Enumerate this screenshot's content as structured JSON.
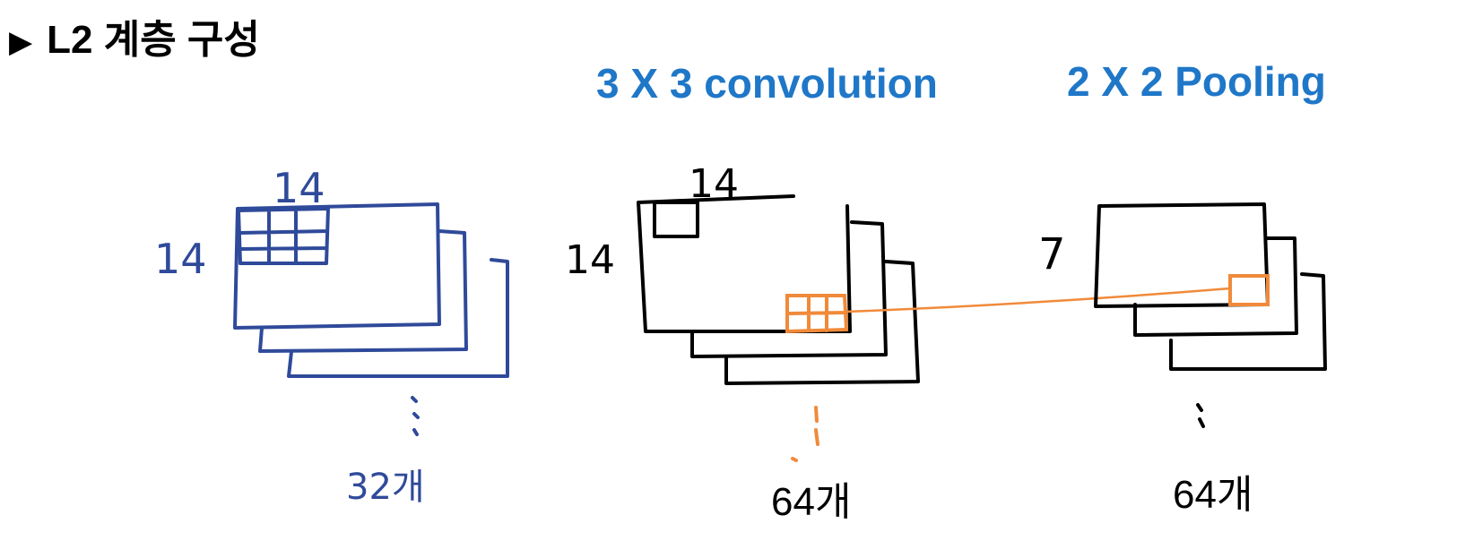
{
  "heading": {
    "marker": "▶",
    "text": "L2 계층 구성"
  },
  "stages": [
    {
      "title": "3 X 3 convolution"
    },
    {
      "title": "2 X 2 Pooling"
    }
  ],
  "input_block": {
    "width_label": "14",
    "height_label": "14",
    "count_label": "32개"
  },
  "conv_block": {
    "width_label": "14",
    "height_label": "14",
    "count_label": "64개"
  },
  "pool_block": {
    "size_label": "7",
    "count_label": "64개"
  },
  "colors": {
    "title_blue": "#1f77c8",
    "input_ink": "#2f4a9a",
    "kernel_orange": "#f08a3a",
    "ink": "#000000"
  }
}
